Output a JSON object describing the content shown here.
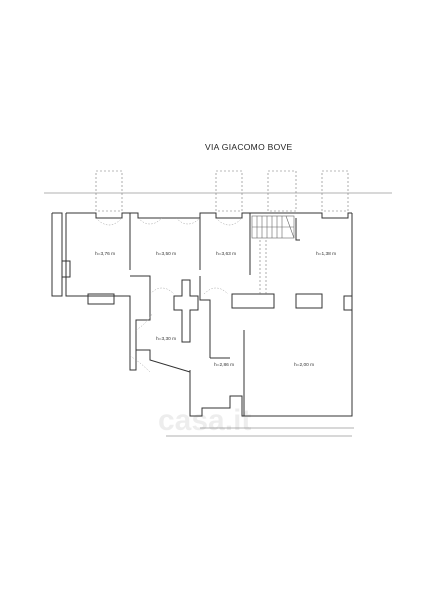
{
  "street_label": "VIA GIACOMO BOVE",
  "watermark": "casa.it",
  "rooms": [
    {
      "height_label": "h=3,76 m"
    },
    {
      "height_label": "h=3,50 m"
    },
    {
      "height_label": "h=3,63 m"
    },
    {
      "height_label": "h=1,38 m"
    },
    {
      "height_label": "h=3,30 m"
    },
    {
      "height_label": "h=2,86 m"
    },
    {
      "height_label": "h=2,00 m"
    }
  ]
}
